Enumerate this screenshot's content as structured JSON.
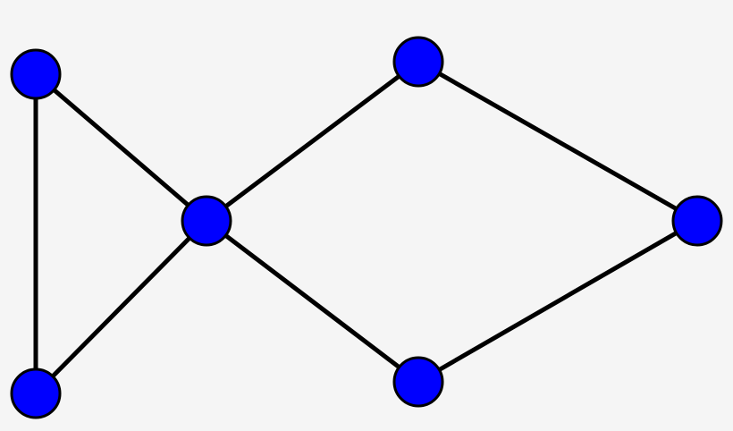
{
  "graph": {
    "background": "#f5f5f5",
    "node_fill": "#0000ff",
    "node_stroke": "#000000",
    "edge_color": "#000000",
    "nodes": [
      {
        "id": "n1"
      },
      {
        "id": "n2"
      },
      {
        "id": "n3"
      },
      {
        "id": "n4"
      },
      {
        "id": "n5"
      },
      {
        "id": "n6"
      }
    ],
    "edges": [
      {
        "from": "n1",
        "to": "n2"
      },
      {
        "from": "n1",
        "to": "n3"
      },
      {
        "from": "n2",
        "to": "n3"
      },
      {
        "from": "n3",
        "to": "n4"
      },
      {
        "from": "n3",
        "to": "n5"
      },
      {
        "from": "n4",
        "to": "n6"
      },
      {
        "from": "n5",
        "to": "n6"
      }
    ]
  }
}
